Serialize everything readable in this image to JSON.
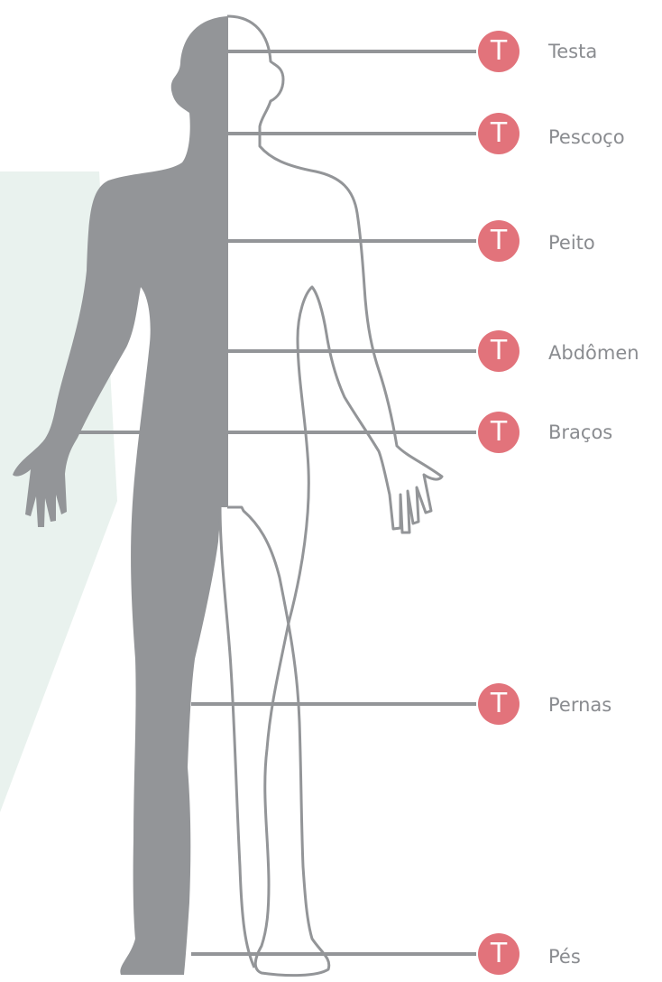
{
  "colors": {
    "background_shape": "#e9f2ee",
    "silhouette": "#939598",
    "outline": "#939598",
    "leader_line": "#939598",
    "badge": "#e2737b",
    "badge_text": "#ffffff",
    "label_text": "#8a8c90"
  },
  "badge_glyph": "T",
  "regions": [
    {
      "id": "forehead",
      "label": "Testa"
    },
    {
      "id": "neck",
      "label": "Pescoço"
    },
    {
      "id": "chest",
      "label": "Peito"
    },
    {
      "id": "abdomen",
      "label": "Abdômen"
    },
    {
      "id": "arms",
      "label": "Braços"
    },
    {
      "id": "legs",
      "label": "Pernas"
    },
    {
      "id": "feet",
      "label": "Pés"
    }
  ]
}
